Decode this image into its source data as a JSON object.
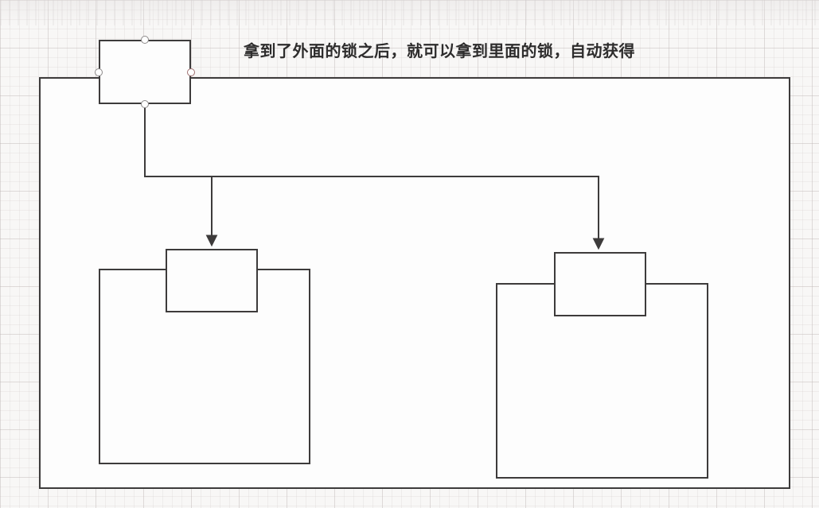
{
  "caption": {
    "text": "拿到了外面的锁之后，就可以拿到里面的锁，自动获得"
  },
  "diagram": {
    "description_visible_elements": {
      "outer_boundary_rect": "",
      "outer_lock_node": "",
      "left_inner_rect": "",
      "left_inner_lock_rect": "",
      "right_inner_rect": "",
      "right_inner_lock_rect": ""
    },
    "connectors": [
      {
        "name": "outer-lock-to-left-inner-lock",
        "arrowhead": "filled-triangle-down"
      },
      {
        "name": "outer-lock-to-right-inner-lock",
        "arrowhead": "filled-triangle-down"
      }
    ],
    "selection_handles_on_outer_lock_node": 4
  },
  "colors": {
    "stroke": "#3d3b3b",
    "shape_fill": "#fdfdfd",
    "canvas_background": "#f8f7f6",
    "grid_line_minor": "#ece7e7",
    "grid_line_major": "#d9d2d2",
    "caption_text": "#2d2c2c",
    "handle_fill": "#ffffff",
    "handle_border": "#8d8a8a",
    "handle_border_highlight": "#9e6f6f"
  }
}
